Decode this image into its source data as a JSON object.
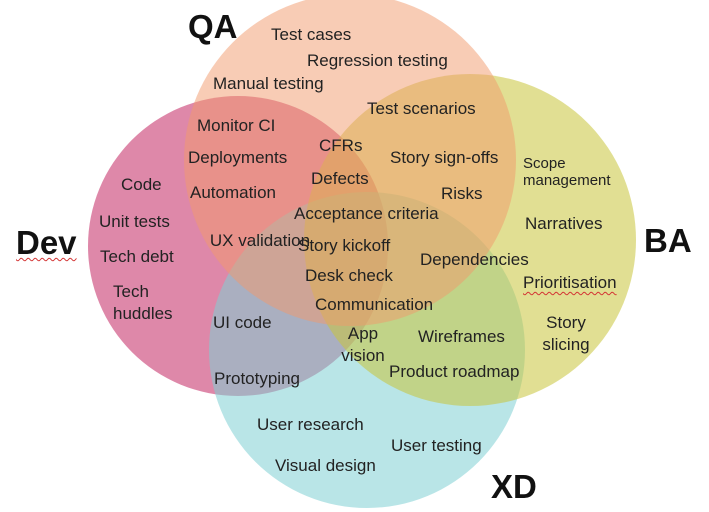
{
  "diagram": {
    "sets": {
      "qa": {
        "name": "QA",
        "color": "#f29a6c"
      },
      "dev": {
        "name": "Dev",
        "color": "#c93f74"
      },
      "ba": {
        "name": "BA",
        "color": "#c9c43a"
      },
      "xd": {
        "name": "XD",
        "color": "#7fd0d3"
      }
    },
    "items": {
      "test_cases": "Test cases",
      "regression_testing": "Regression testing",
      "manual_testing": "Manual testing",
      "test_scenarios": "Test scenarios",
      "monitor_ci": "Monitor CI",
      "cfrs": "CFRs",
      "deployments": "Deployments",
      "story_signoffs": "Story sign-offs",
      "scope_management": "Scope management",
      "defects": "Defects",
      "code": "Code",
      "automation": "Automation",
      "risks": "Risks",
      "unit_tests": "Unit tests",
      "acceptance_criteria": "Acceptance criteria",
      "narratives": "Narratives",
      "ux_validation": "UX validation",
      "story_kickoff": "Story kickoff",
      "tech_debt": "Tech debt",
      "dependencies": "Dependencies",
      "desk_check": "Desk check",
      "prioritisation": "Prioritisation",
      "tech_huddles": "Tech huddles",
      "communication": "Communication",
      "ui_code": "UI code",
      "story_slicing": "Story slicing",
      "app_vision": "App vision",
      "wireframes": "Wireframes",
      "prototyping": "Prototyping",
      "product_roadmap": "Product roadmap",
      "user_research": "User research",
      "user_testing": "User testing",
      "visual_design": "Visual design"
    }
  }
}
